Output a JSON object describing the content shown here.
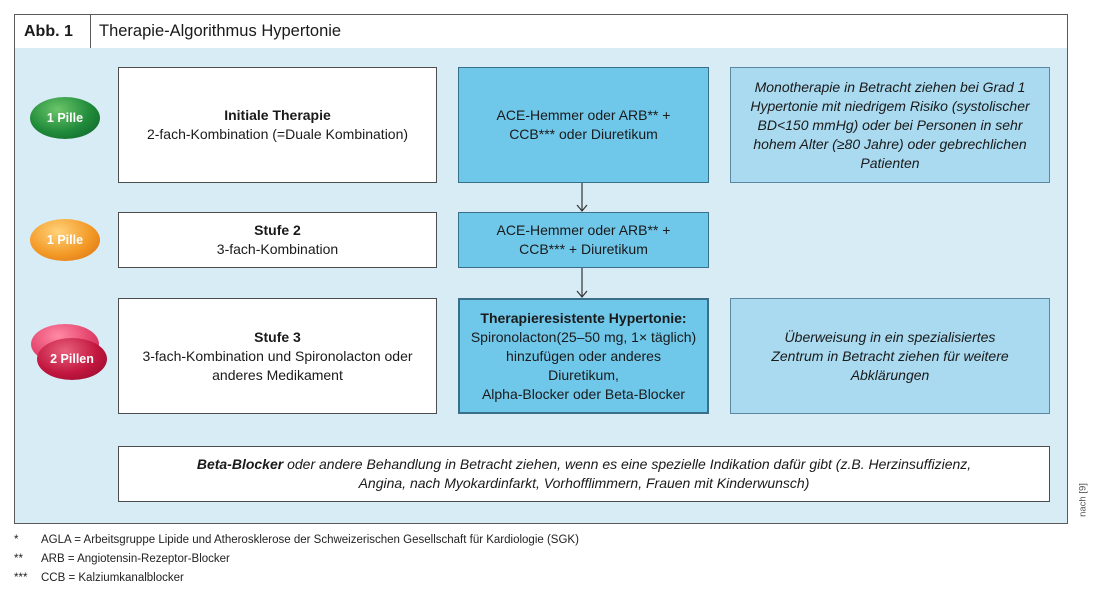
{
  "header": {
    "number": "Abb. 1",
    "title": "Therapie-Algorithmus Hypertonie"
  },
  "pills": [
    {
      "label": "1 Pille",
      "color": "#1f8a3a"
    },
    {
      "label": "1 Pille",
      "color": "#f39a27"
    },
    {
      "label": "2 Pillen",
      "color": "#c2163f"
    }
  ],
  "rows": [
    {
      "title": "Initiale Therapie",
      "subtitle": "2-fach-Kombination (=Duale Kombination)",
      "drug_lines": [
        "ACE-Hemmer oder ARB** +",
        "CCB*** oder Diuretikum"
      ],
      "note": "Monotherapie in Betracht ziehen bei Grad 1 Hypertonie mit niedrigem Risiko (systolischer BD<150 mmHg) oder bei Personen in sehr hohem Alter (≥80 Jahre) oder gebrechlichen Patienten"
    },
    {
      "title": "Stufe 2",
      "subtitle": "3-fach-Kombination",
      "drug_lines": [
        "ACE-Hemmer oder ARB** +",
        "CCB*** + Diuretikum"
      ]
    },
    {
      "title": "Stufe 3",
      "subtitle": "3-fach-Kombination und Spironolacton oder anderes Medikament",
      "drug_title": "Therapieresistente Hypertonie:",
      "drug_lines": [
        "Spironolacton(25–50 mg, 1× täglich) hinzufügen oder anderes Diuretikum,",
        "Alpha-Blocker oder Beta-Blocker"
      ],
      "note": "Überweisung in ein spezialisiertes Zentrum in Betracht ziehen für weitere Abklärungen"
    }
  ],
  "beta": {
    "bold": "Beta-Blocker",
    "text": " oder andere Behandlung in Betracht ziehen, wenn es eine spezielle Indikation dafür gibt (z.B. Herzinsuffizienz, Angina, nach Myokardinfarkt, Vorhofflimmern, Frauen mit Kinderwunsch)"
  },
  "source": "nach [9]",
  "footnotes": [
    {
      "mark": "*",
      "text": "AGLA = Arbeitsgruppe Lipide und Atherosklerose der Schweizerischen Gesellschaft für Kardiologie (SGK)"
    },
    {
      "mark": "**",
      "text": "ARB = Angiotensin-Rezeptor-Blocker"
    },
    {
      "mark": "***",
      "text": "CCB = Kalziumkanalblocker"
    }
  ],
  "colors": {
    "panel": "#d7ecf5",
    "drug_box": "#6fc7ea",
    "note_box": "#a9daf0"
  }
}
